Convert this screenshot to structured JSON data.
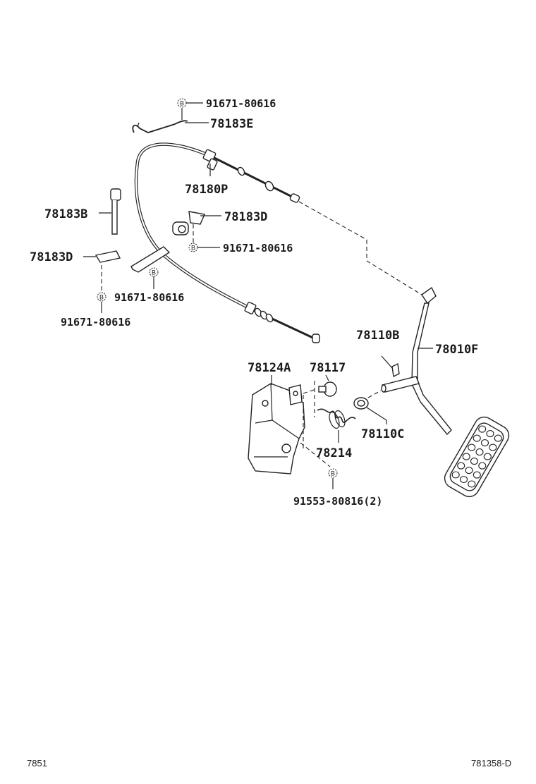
{
  "labels": {
    "bolt_top": "91671-80616",
    "p78183e": "78183E",
    "p78180p": "78180P",
    "p78183b": "78183B",
    "p78183d_right": "78183D",
    "bolt_mid_right": "91671-80616",
    "p78183d_left": "78183D",
    "bolt_mid": "91671-80616",
    "bolt_left": "91671-80616",
    "p78110b": "78110B",
    "p78010f": "78010F",
    "p78124a": "78124A",
    "p78117": "78117",
    "p78110c": "78110C",
    "p78214": "78214",
    "bolt_bottom": "91553-80816(2)"
  },
  "bolt_marker": "B",
  "footer": {
    "left_code": "7851",
    "right_code": "781358-D"
  },
  "icons": {
    "bolt": "bolt-callout-icon"
  }
}
